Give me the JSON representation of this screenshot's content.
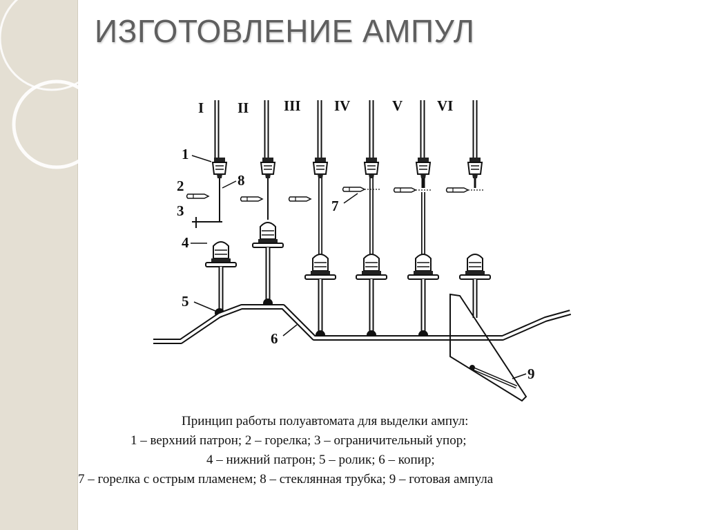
{
  "title": "ИЗГОТОВЛЕНИЕ АМПУЛ",
  "diagram": {
    "stations": [
      "I",
      "II",
      "III",
      "IV",
      "V",
      "VI"
    ],
    "callouts": [
      "1",
      "2",
      "3",
      "4",
      "5",
      "6",
      "7",
      "8",
      "9"
    ]
  },
  "caption": {
    "line1": "Принцип работы полуавтомата для выделки ампул:",
    "line2": "1 – верхний патрон; 2 – горелка; 3 – ограничительный упор;",
    "line3": "4 – нижний патрон; 5 – ролик; 6 – копир;",
    "line4": "7 – горелка с острым пламенем; 8 – стеклянная трубка; 9 – готовая ампула"
  },
  "colors": {
    "panel": "#e4dfd3",
    "title": "#5f5f5f",
    "ink": "#111111"
  }
}
